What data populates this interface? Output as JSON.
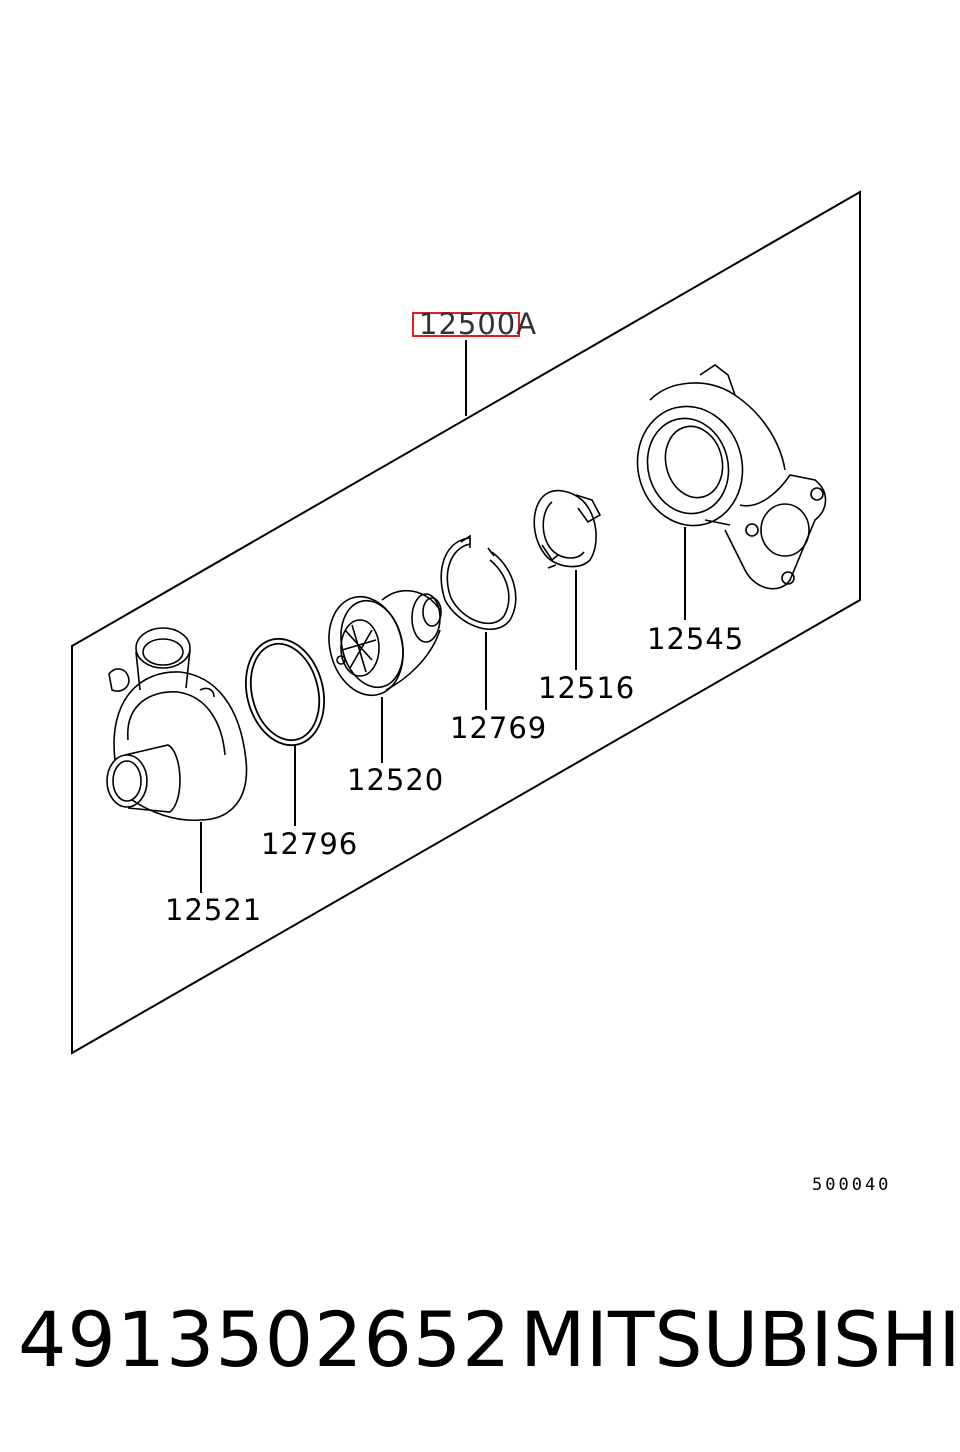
{
  "diagram": {
    "assembly_callout": "12500A",
    "callouts": {
      "compressor_housing": "12521",
      "o_ring": "12796",
      "cartridge": "12520",
      "snap_ring": "12769",
      "clamp": "12516",
      "turbine_housing": "12545"
    },
    "diagram_code": "500040",
    "highlight_color": "#e02020"
  },
  "footer": {
    "part_number": "4913502652",
    "brand": "MITSUBISHI"
  }
}
